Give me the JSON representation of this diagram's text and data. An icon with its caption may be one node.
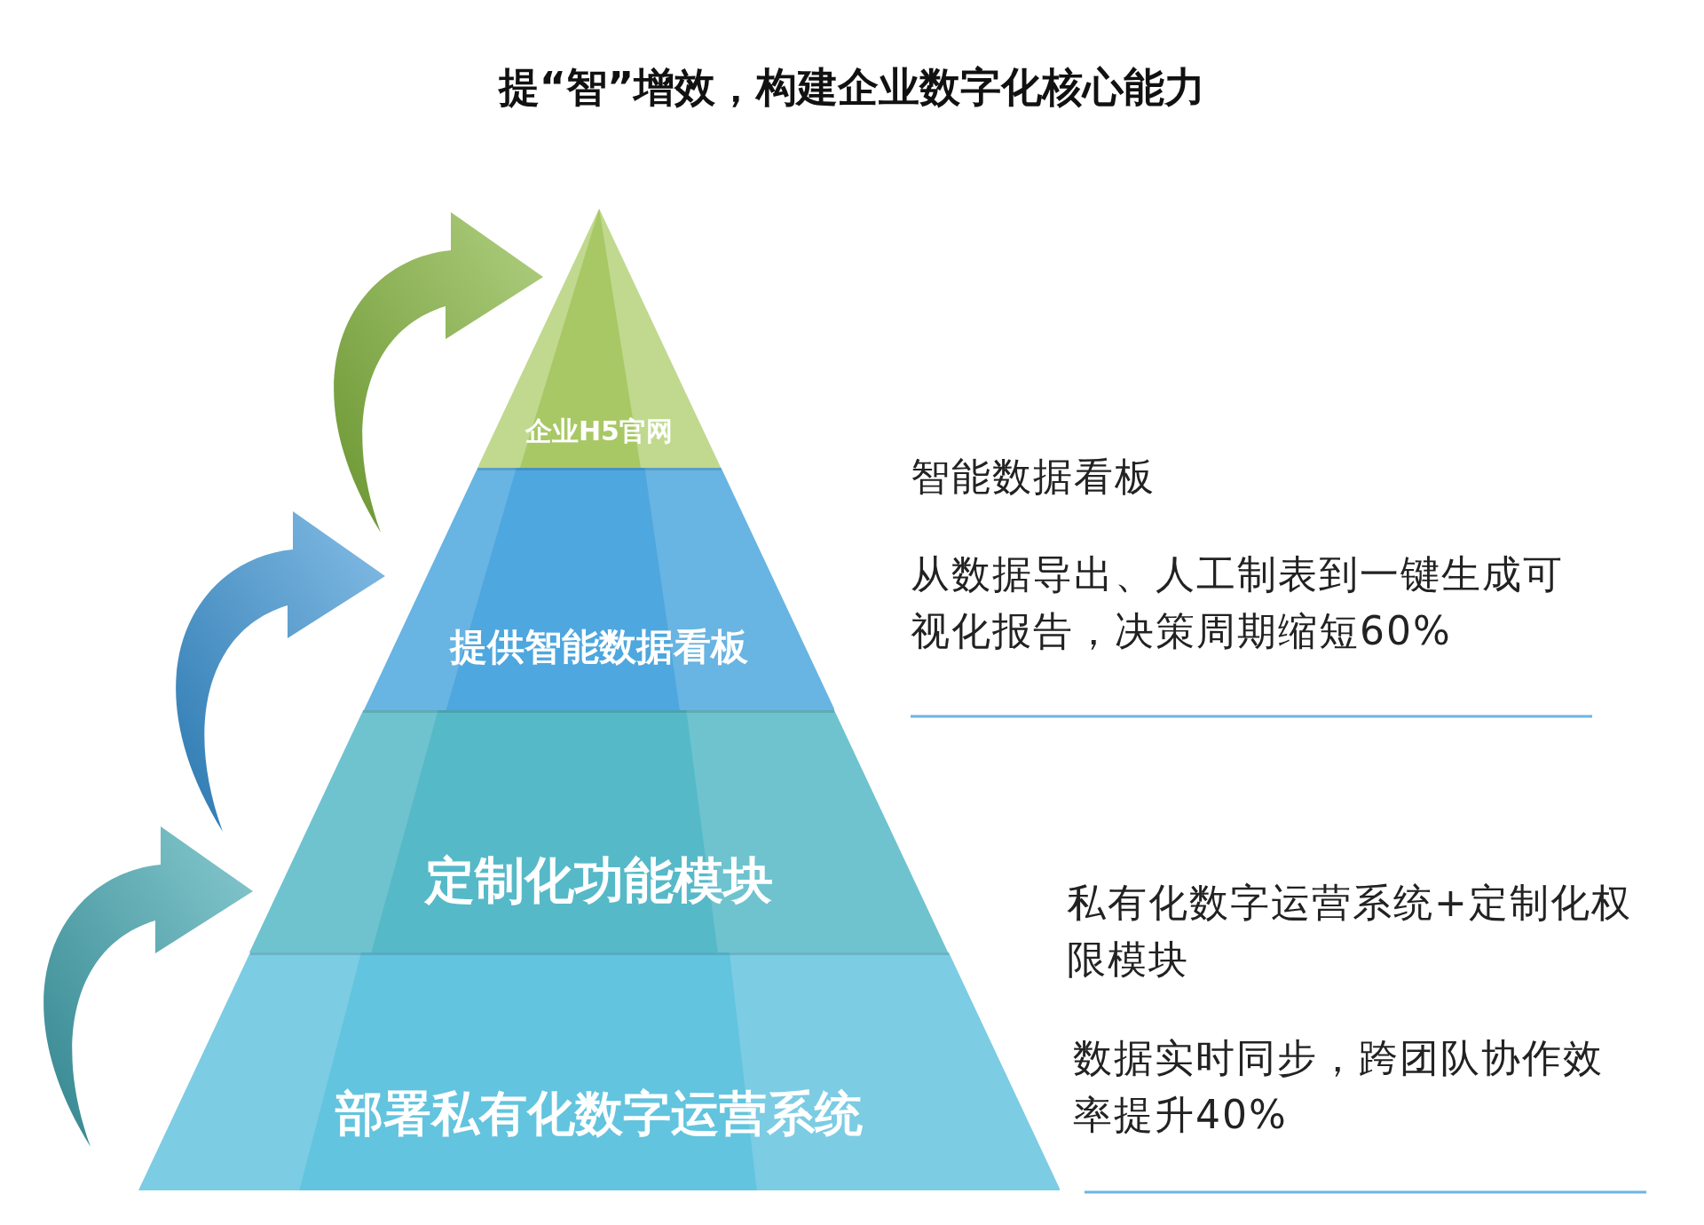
{
  "diagram": {
    "title": "提“智”增效，构建企业数字化核心能力",
    "nodes": [
      {
        "text": [
          "企业H5官网"
        ]
      },
      {
        "text": [
          "提供智能数据看板"
        ]
      },
      {
        "text": [
          "定制化功能模块"
        ]
      },
      {
        "text": [
          "部署私有化数字运营系统"
        ]
      }
    ],
    "edges": [
      {
        "from": 1,
        "to": 0,
        "arrow": "to"
      },
      {
        "from": 2,
        "to": 1,
        "arrow": "to"
      },
      {
        "from": 3,
        "to": 2,
        "arrow": "to"
      }
    ],
    "labels": [
      "智能数据看板",
      "从数据导出、人工制表到一键生成可视化报告，决策周期缩短60%",
      "私有化数字运营系统+定制化权限模块",
      "数据实时同步，跨团队协作效率提升40%"
    ]
  }
}
